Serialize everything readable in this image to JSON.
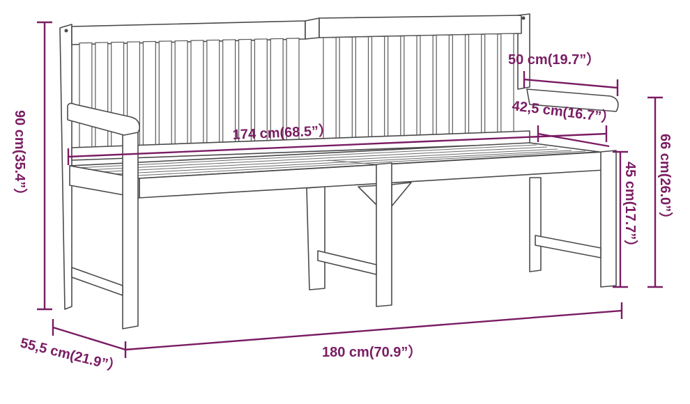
{
  "diagram": {
    "accent_color": "#7a1c63",
    "line_color": "#4a4a4a",
    "dimensions": {
      "total_height": "90 cm(35.4”）",
      "total_width": "180 cm(70.9”）",
      "depth": "55,5 cm(21.9”）",
      "seat_width": "174 cm(68.5”）",
      "armrest_length": "50 cm(19.7”）",
      "seat_depth": "42,5 cm(16.7”）",
      "armrest_height": "66 cm(26.0”）",
      "seat_height": "45 cm(17.7”）"
    }
  }
}
